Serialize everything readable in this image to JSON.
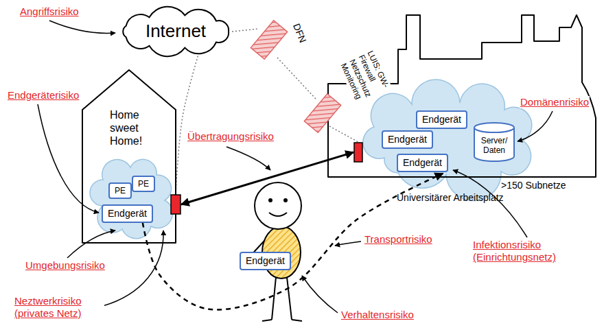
{
  "diagram": {
    "nodes": [
      {
        "text": [
          "Internet"
        ]
      },
      {
        "text": [
          "DFN"
        ]
      },
      {
        "text": [
          "LUIS: GW-Firewall Netzschutz Monitoring"
        ]
      },
      {
        "text": [
          "Home sweet Home!"
        ]
      },
      {
        "text": [
          "PE"
        ],
        "in": 3
      },
      {
        "text": [
          "PE"
        ],
        "in": 3
      },
      {
        "text": [
          "Endgerät"
        ],
        "in": 3
      },
      {
        "text": [
          ">150 Subnetze",
          "Universitärer Arbeitsplatz"
        ]
      },
      {
        "text": [
          "Endgerät"
        ],
        "in": 7
      },
      {
        "text": [
          "Endgerät"
        ],
        "in": 7
      },
      {
        "text": [
          "Server/ Daten"
        ],
        "in": 7
      },
      {
        "text": [
          "Endgerät"
        ],
        "in": 7
      },
      {
        "text": [
          "Endgerät"
        ]
      }
    ],
    "edges": [
      {
        "from": 3,
        "to": 7,
        "arrow": "both"
      },
      {
        "from": 6,
        "to": 11,
        "arrow": "to"
      },
      {
        "from": 0,
        "to": 3,
        "arrow": "none"
      },
      {
        "from": 0,
        "to": 1,
        "arrow": "none"
      },
      {
        "from": 1,
        "to": 2,
        "arrow": "none"
      },
      {
        "from": 2,
        "to": 7,
        "arrow": "none"
      }
    ],
    "labels": [
      "Angriffsrisiko",
      "Endgeräterisiko",
      "Übertragungsrisiko",
      "Domänenrisiko",
      "Umgebungsrisiko",
      "Transportrisiko",
      "Infektionsrisiko (Einrichtungsnetz)",
      "Neztwerkrisiko (privates Netz)",
      "Verhaltensrisiko"
    ]
  }
}
